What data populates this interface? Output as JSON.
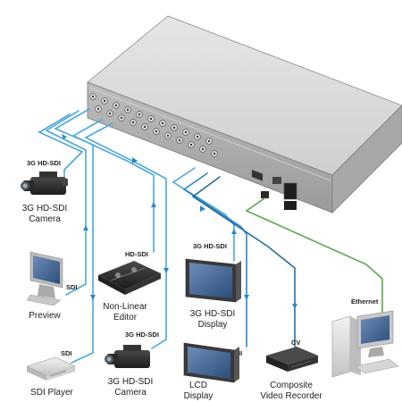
{
  "colors": {
    "sdi_cable": "#4aa8dc",
    "sdi_cable_dark": "#1f6fa6",
    "ethernet_cable": "#5aa84e",
    "cv_cable": "#226e9e",
    "chassis": "#c9c9c9"
  },
  "devices": {
    "cam1": {
      "name_line1": "3G HD-SDI",
      "name_line2": "Camera",
      "tag": "3G HD-SDI",
      "icon": "video-camera-icon"
    },
    "preview": {
      "name": "Preview",
      "tag": "SDI",
      "icon": "monitor-icon"
    },
    "player": {
      "name": "SDI Player",
      "tag": "SDI",
      "icon": "disc-player-icon"
    },
    "editor": {
      "name_line1": "Non-Linear",
      "name_line2": "Editor",
      "tag": "HD-SDI",
      "icon": "editor-console-icon"
    },
    "cam2": {
      "name_line1": "3G HD-SDI",
      "name_line2": "Camera",
      "tag": "3G HD-SDI",
      "icon": "video-camera-icon"
    },
    "display1": {
      "name_line1": "3G HD-SDI",
      "name_line2": "Display",
      "tag": "3G HD-SDI",
      "icon": "flat-display-icon"
    },
    "display2": {
      "name_line1": "LCD",
      "name_line2": "Display",
      "tag": "HDMI",
      "icon": "flat-display-icon"
    },
    "recorder": {
      "name_line1": "Composite",
      "name_line2": "Video Recorder",
      "tag": "CV",
      "icon": "video-recorder-icon"
    },
    "pc": {
      "tag": "Ethernet",
      "icon": "computer-icon"
    }
  }
}
